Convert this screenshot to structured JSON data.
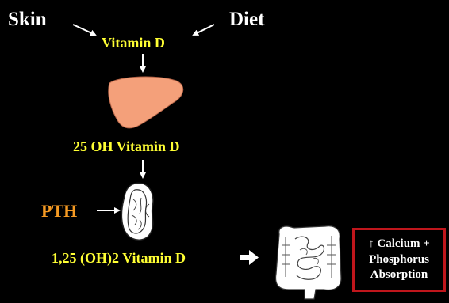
{
  "diagram": {
    "sources": {
      "left": "Skin",
      "right": "Diet"
    },
    "vitamin_d": "Vitamin D",
    "hydroxy_25": "25 OH Vitamin D",
    "pth": "PTH",
    "dihydroxy": "1,25 (OH)2 Vitamin D",
    "result_box": {
      "arrow_glyph": "↑",
      "line1": "Calcium +",
      "line2": "Phosphorus",
      "line3": "Absorption"
    },
    "organ_icons": [
      "liver-icon",
      "kidney-icon",
      "intestine-icon"
    ]
  },
  "colors": {
    "background": "#000000",
    "white_text": "#ffffff",
    "yellow_text": "#ffff33",
    "pth_text": "#f59a23",
    "liver": "#f4a07a",
    "box_border": "#c0161c"
  }
}
